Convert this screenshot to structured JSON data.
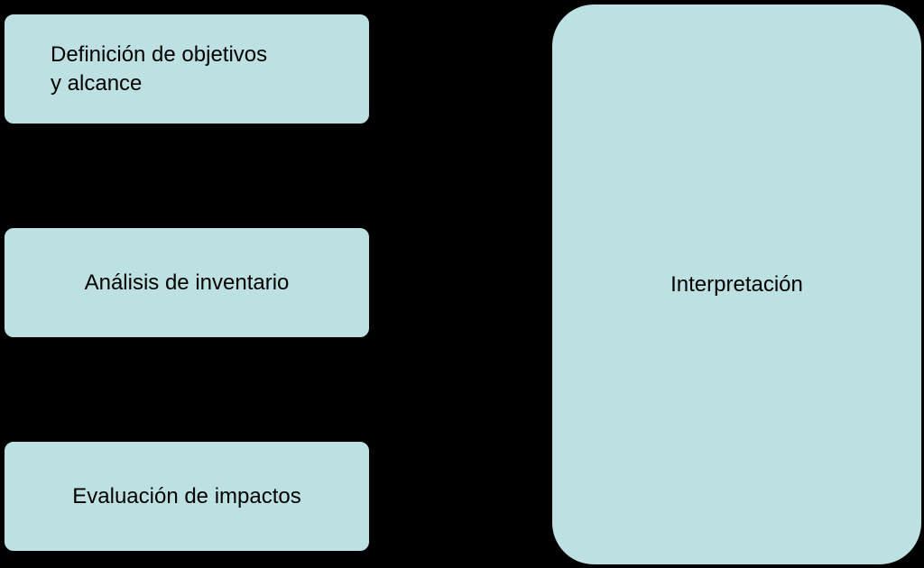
{
  "diagram": {
    "boxes": {
      "definicion": "Definición de objetivos\ny alcance",
      "analisis": "Análisis de inventario",
      "evaluacion": "Evaluación de impactos",
      "interpretacion": "Interpretación"
    }
  },
  "colors": {
    "background": "#000000",
    "box_fill": "#bde1e3",
    "text": "#000000"
  }
}
